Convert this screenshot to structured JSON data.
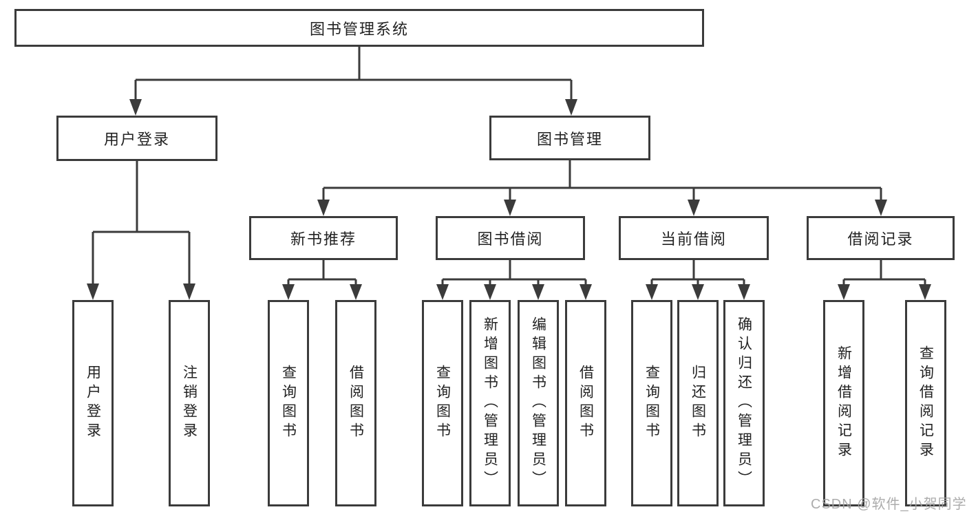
{
  "title": "图书管理系统",
  "branches": {
    "user": {
      "label": "用户登录",
      "children": [
        "用户登录",
        "注销登录"
      ]
    },
    "book": {
      "label": "图书管理",
      "sections": [
        {
          "label": "新书推荐",
          "children": [
            "查询图书",
            "借阅图书"
          ]
        },
        {
          "label": "图书借阅",
          "children": [
            "查询图书",
            "新增图书（管理员）",
            "编辑图书（管理员）",
            "借阅图书"
          ]
        },
        {
          "label": "当前借阅",
          "children": [
            "查询图书",
            "归还图书",
            "确认归还（管理员）"
          ]
        },
        {
          "label": "借阅记录",
          "children": [
            "新增借阅记录",
            "查询借阅记录"
          ]
        }
      ]
    }
  },
  "watermark": "CSDN @软件_小贺同学",
  "colors": {
    "line": "#3b3b3b",
    "text": "#222222",
    "watermark": "#a3a3a3",
    "background": "#ffffff"
  }
}
